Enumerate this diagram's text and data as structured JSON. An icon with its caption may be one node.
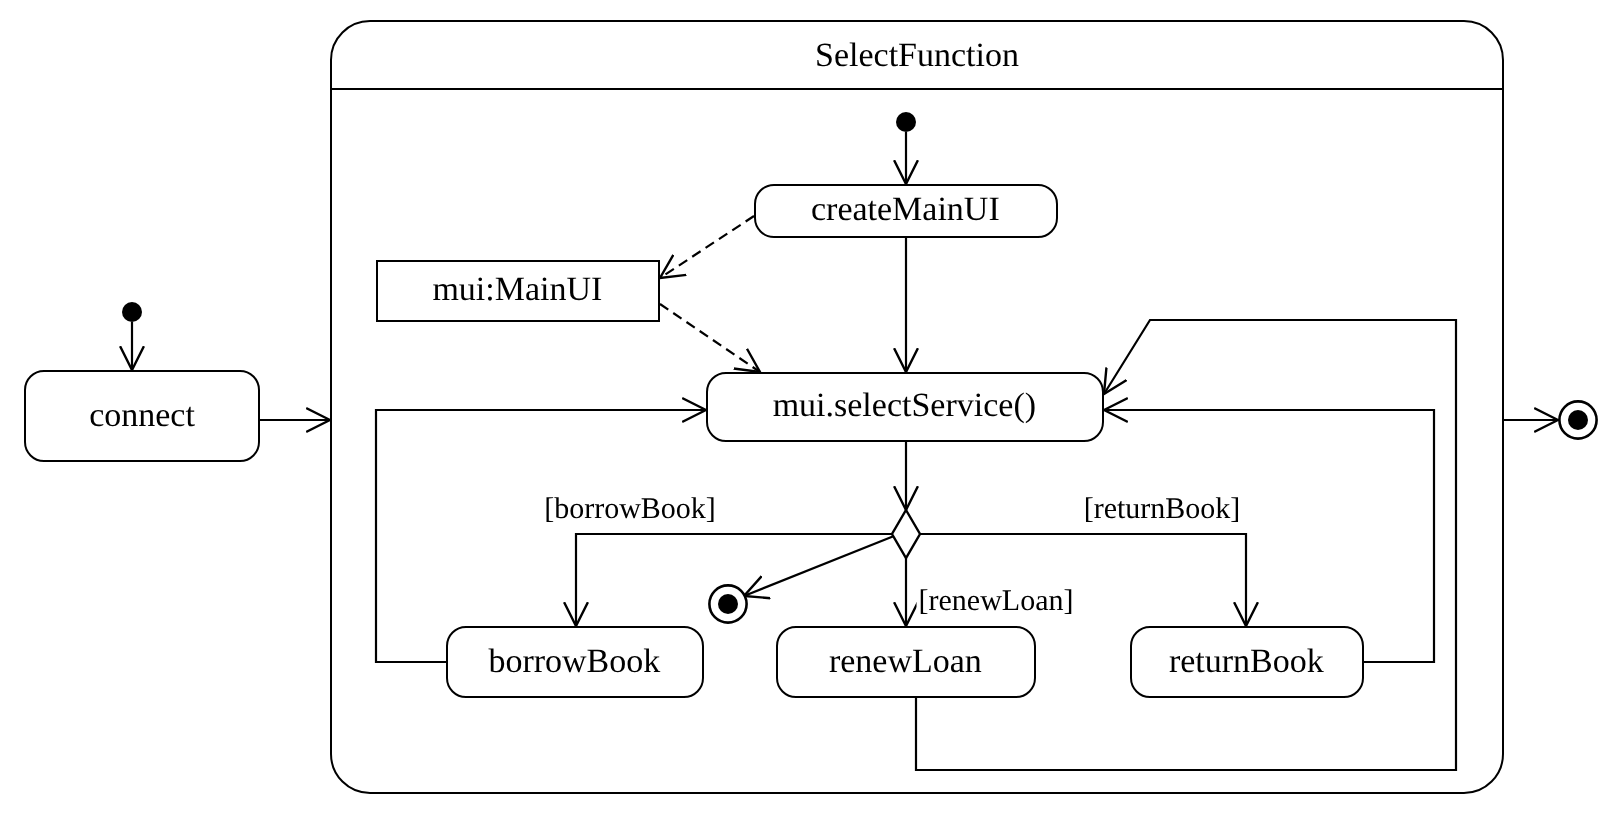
{
  "diagram": {
    "nodes": [
      {
        "text": [],
        "shape": "circle"
      },
      {
        "text": [
          "connect"
        ]
      },
      {
        "text": [
          "SelectFunction"
        ]
      },
      {
        "text": [],
        "shape": "circle",
        "in": 2
      },
      {
        "text": [
          "createMainUI"
        ],
        "in": 2
      },
      {
        "text": [
          "mui:MainUI"
        ],
        "in": 2
      },
      {
        "text": [
          "mui.selectService()"
        ],
        "in": 2
      },
      {
        "text": [],
        "shape": "diamond",
        "in": 2
      },
      {
        "text": [],
        "shape": "circle",
        "in": 2
      },
      {
        "text": [
          "borrowBook"
        ],
        "in": 2
      },
      {
        "text": [
          "renewLoan"
        ],
        "in": 2
      },
      {
        "text": [
          "returnBook"
        ],
        "in": 2
      },
      {
        "text": [],
        "shape": "circle"
      }
    ],
    "edges": [
      {
        "from": 0,
        "to": 1,
        "arrow": "to"
      },
      {
        "from": 1,
        "to": 2,
        "arrow": "to"
      },
      {
        "from": 3,
        "to": 4,
        "arrow": "to"
      },
      {
        "from": 4,
        "to": 5,
        "arrow": "to",
        "style": "dashed"
      },
      {
        "from": 5,
        "to": 6,
        "arrow": "to",
        "style": "dashed"
      },
      {
        "from": 4,
        "to": 6,
        "arrow": "to"
      },
      {
        "from": 9,
        "to": 6,
        "arrow": "to"
      },
      {
        "from": 11,
        "to": 6,
        "arrow": "to"
      },
      {
        "from": 10,
        "to": 6,
        "arrow": "to"
      },
      {
        "from": 6,
        "to": 7,
        "arrow": "to"
      },
      {
        "from": 7,
        "to": 9,
        "arrow": "to",
        "label": "[borrowBook]"
      },
      {
        "from": 7,
        "to": 8,
        "arrow": "to"
      },
      {
        "from": 7,
        "to": 10,
        "arrow": "to",
        "label": "[renewLoan]"
      },
      {
        "from": 7,
        "to": 11,
        "arrow": "to",
        "label": "[returnBook]"
      },
      {
        "from": 2,
        "to": 12,
        "arrow": "to"
      }
    ]
  }
}
